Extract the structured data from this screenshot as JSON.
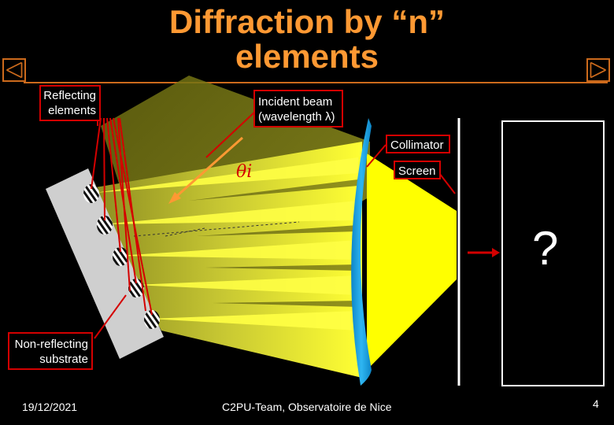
{
  "title": "Diffraction by “n” elements",
  "labels": {
    "reflecting_elements": [
      "Reflecting",
      "elements"
    ],
    "incident_beam": [
      "Incident beam",
      "(wavelength  λ)"
    ],
    "collimator": "Collimator",
    "screen": "Screen",
    "non_reflecting_substrate": [
      "Non-reflecting",
      "substrate"
    ],
    "theta": "θi",
    "question": "?"
  },
  "footer": {
    "date": "19/12/2021",
    "credit": "C2PU-Team, Observatoire de Nice",
    "page_number": "4"
  },
  "navigation": {
    "prev_icon": "triangle-left-icon",
    "next_icon": "triangle-right-icon"
  },
  "colors": {
    "title": "#ff9933",
    "rule": "#cc6a1c",
    "label_border": "#d40000",
    "beam_yellow": "#ffff00",
    "lens_blue": "#1aa3e8",
    "substrate": "#cccccc"
  }
}
